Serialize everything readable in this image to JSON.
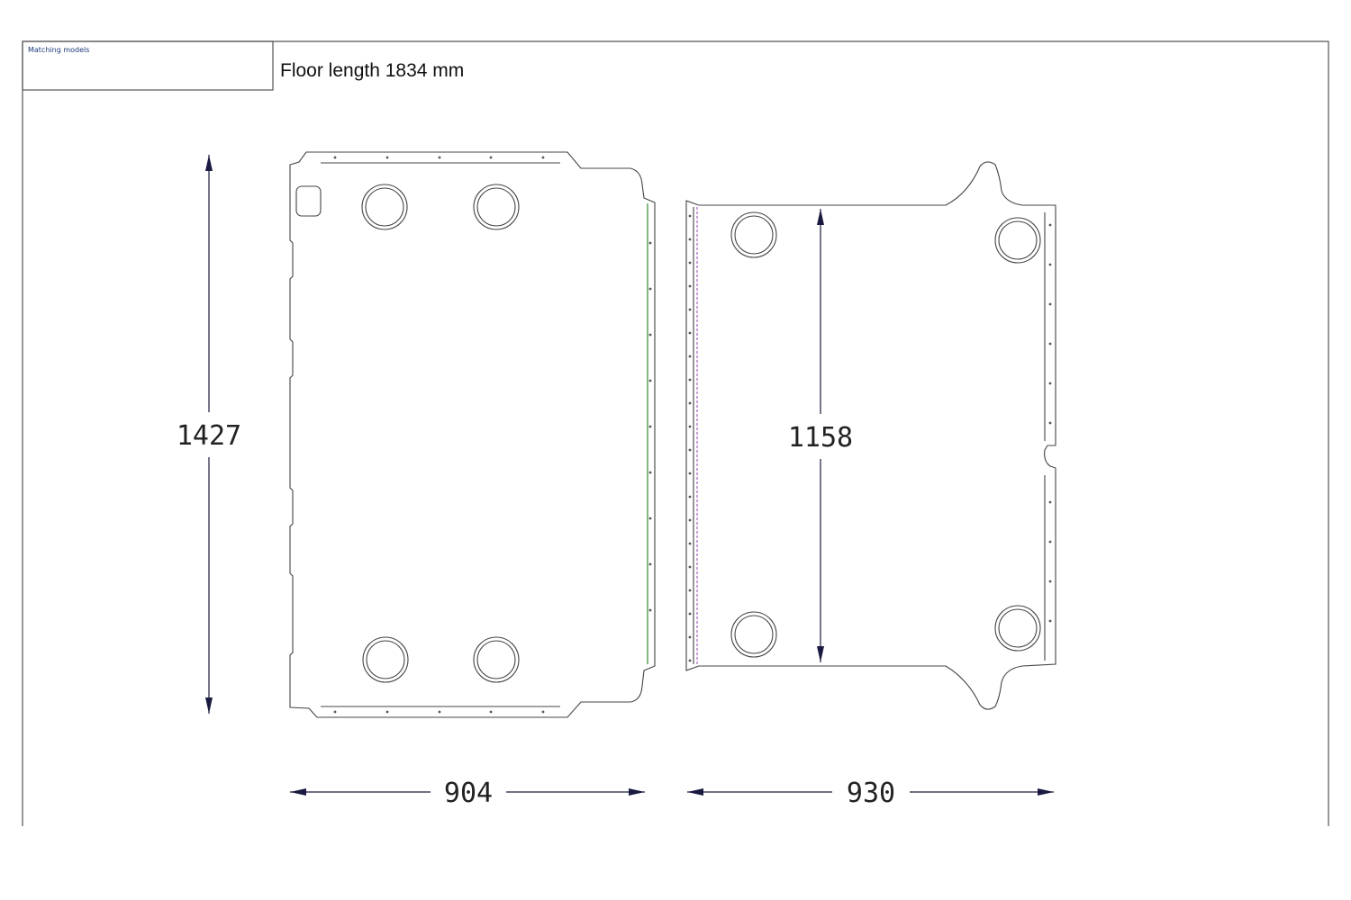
{
  "header": {
    "matching_models_label": "Matching models",
    "title": "Floor length 1834 mm"
  },
  "dimensions": {
    "left_part_height": "1427",
    "left_part_width": "904",
    "right_part_inner_height": "1158",
    "right_part_width": "930"
  },
  "colors": {
    "outline": "#444444",
    "dimension": "#1a1a40",
    "edge_green": "#2e8b2e",
    "edge_purple": "#9b3fb5",
    "header_text": "#1a3a7a"
  }
}
